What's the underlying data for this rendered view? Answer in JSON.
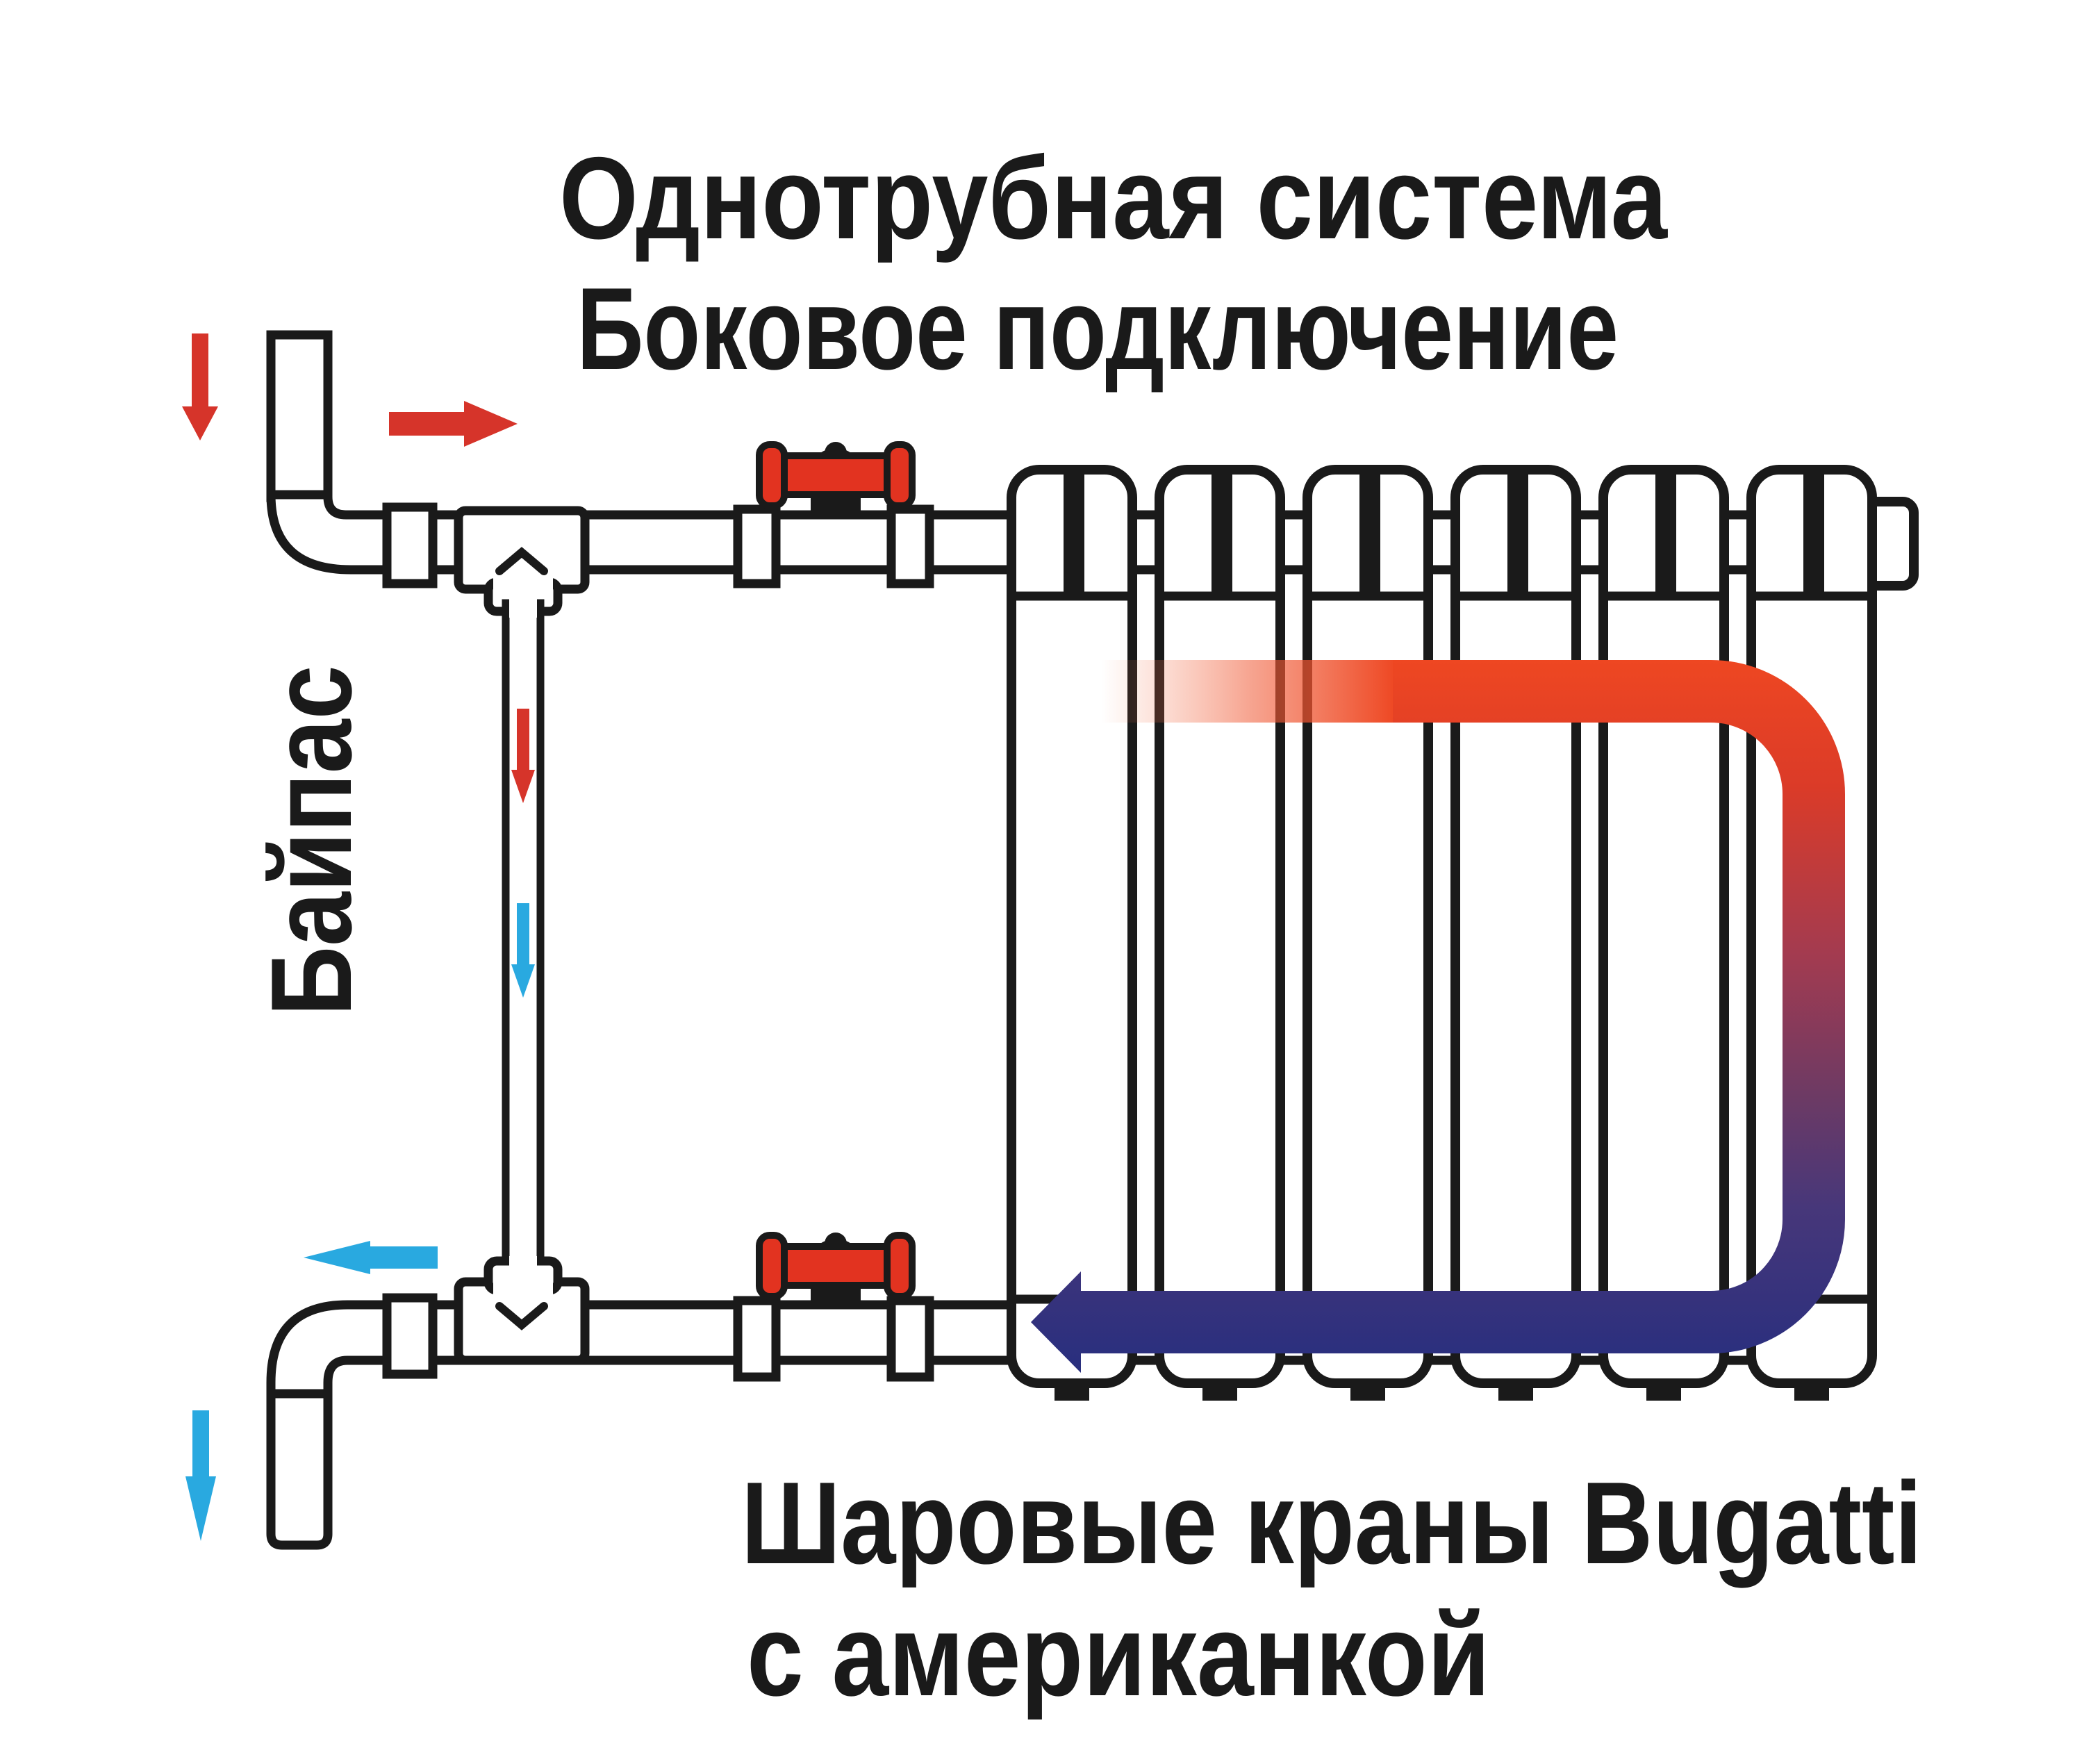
{
  "diagram": {
    "title": {
      "line1": "Однотрубная система",
      "line2": "Боковое подключение"
    },
    "bypass_label": "Байпас",
    "caption": {
      "line1": "Шаровые краны Bugatti",
      "line2": "с американкой"
    },
    "radiator": {
      "sections": 6
    },
    "valves": {
      "count": 2
    },
    "colors": {
      "line": "#1a1a1a",
      "hot_arrow": "#d6342a",
      "cold_arrow": "#29a9e0",
      "valve_red": "#e23320",
      "flow_hot": "#ee4722",
      "flow_cold": "#2a2f7e"
    }
  }
}
